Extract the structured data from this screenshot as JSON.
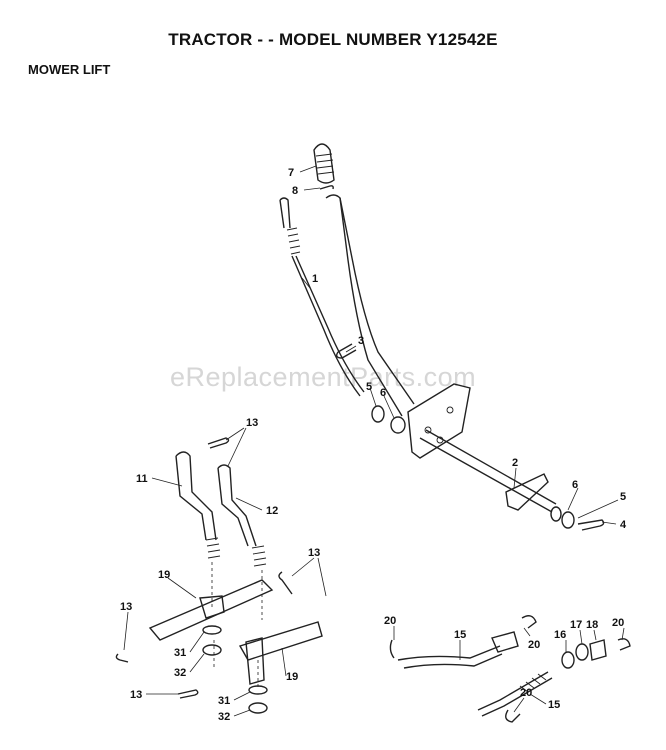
{
  "title": "TRACTOR - - MODEL NUMBER Y12542E",
  "subtitle": "MOWER LIFT",
  "watermark": "eReplacementParts.com",
  "callouts": [
    {
      "id": "c7",
      "text": "7"
    },
    {
      "id": "c8",
      "text": "8"
    },
    {
      "id": "c1",
      "text": "1"
    },
    {
      "id": "c3",
      "text": "3"
    },
    {
      "id": "c5a",
      "text": "5"
    },
    {
      "id": "c6a",
      "text": "6"
    },
    {
      "id": "c2",
      "text": "2"
    },
    {
      "id": "c6b",
      "text": "6"
    },
    {
      "id": "c5b",
      "text": "5"
    },
    {
      "id": "c4",
      "text": "4"
    },
    {
      "id": "c13a",
      "text": "13"
    },
    {
      "id": "c11",
      "text": "11"
    },
    {
      "id": "c12",
      "text": "12"
    },
    {
      "id": "c13b",
      "text": "13"
    },
    {
      "id": "c19a",
      "text": "19"
    },
    {
      "id": "c13c",
      "text": "13"
    },
    {
      "id": "c31a",
      "text": "31"
    },
    {
      "id": "c32a",
      "text": "32"
    },
    {
      "id": "c19b",
      "text": "19"
    },
    {
      "id": "c13d",
      "text": "13"
    },
    {
      "id": "c31b",
      "text": "31"
    },
    {
      "id": "c32b",
      "text": "32"
    },
    {
      "id": "c20a",
      "text": "20"
    },
    {
      "id": "c15a",
      "text": "15"
    },
    {
      "id": "c20b",
      "text": "20"
    },
    {
      "id": "c16",
      "text": "16"
    },
    {
      "id": "c17",
      "text": "17"
    },
    {
      "id": "c18",
      "text": "18"
    },
    {
      "id": "c20c",
      "text": "20"
    },
    {
      "id": "c20d",
      "text": "20"
    },
    {
      "id": "c15b",
      "text": "15"
    }
  ]
}
